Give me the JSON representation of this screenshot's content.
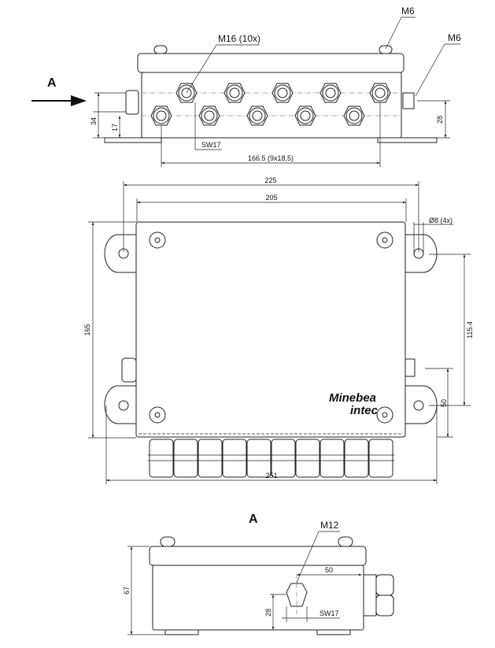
{
  "front_view": {
    "view_arrow_label": "A",
    "callout_glands": "M16 (10x)",
    "callout_top_bolt": "M6",
    "callout_side_bolt": "M6",
    "dim_height_upper_row": "34",
    "dim_height_lower_row": "17",
    "dim_side_bolt_height": "28",
    "wrench_size": "SW17",
    "dim_gland_pitch": "166.5  (9x18,5)"
  },
  "plan_view": {
    "dim_mount_width": "225",
    "dim_housing_width": "205",
    "dim_overall_width": "251",
    "dim_housing_depth": "165",
    "dim_hole_spacing": "115.4",
    "dim_hole_offset": "50",
    "hole_callout": "Ø8 (4x)",
    "logo_line1": "Minebea",
    "logo_line2": "intec"
  },
  "side_view": {
    "title": "A",
    "callout_fitting": "M12",
    "dim_fitting_offset": "50",
    "dim_fitting_height": "28",
    "wrench_size": "SW17",
    "dim_overall_height": "67"
  }
}
